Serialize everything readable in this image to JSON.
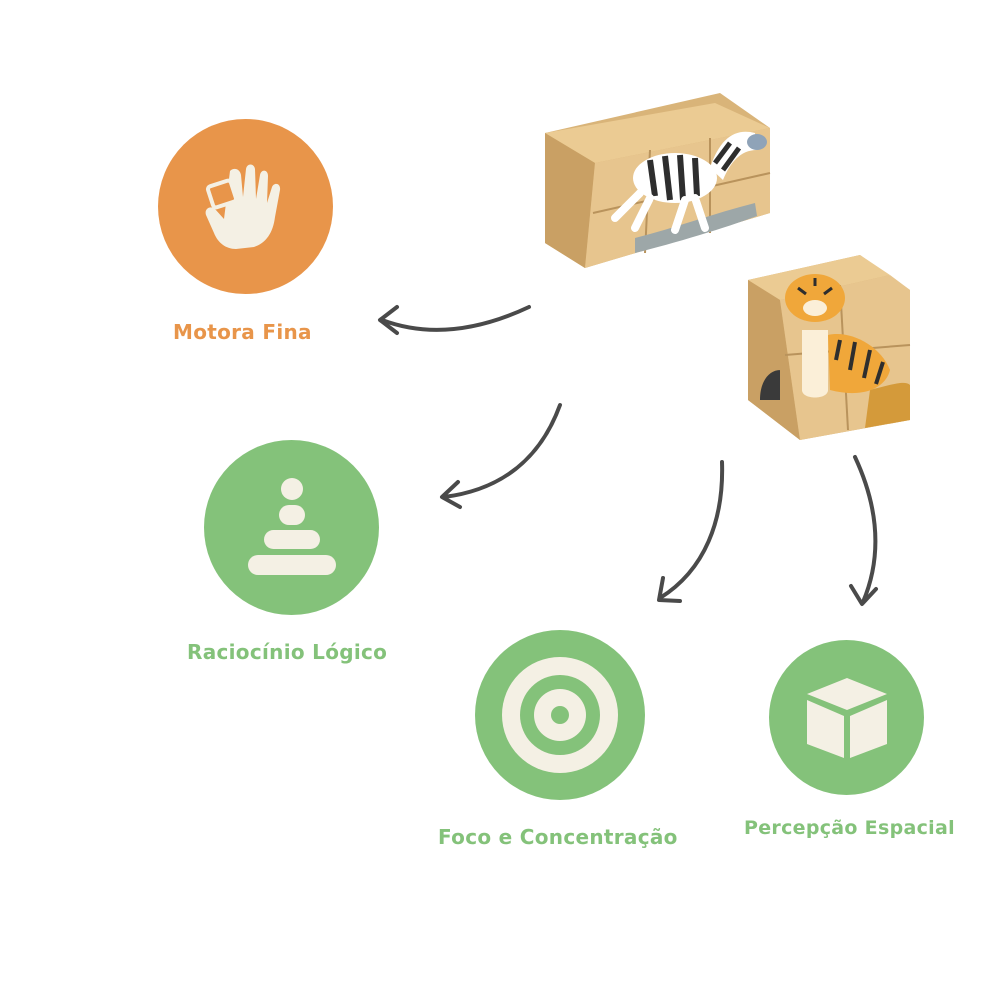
{
  "colors": {
    "orange": "#E8954A",
    "green": "#84C27A",
    "cream": "#F4F0E4",
    "arrow": "#4A4A4A",
    "wood": "#E7C58E"
  },
  "skills": [
    {
      "label": "Motora Fina",
      "color": "orange",
      "icon": "hand-holding-block-icon"
    },
    {
      "label": "Raciocínio Lógico",
      "color": "green",
      "icon": "stacking-rings-icon"
    },
    {
      "label": "Foco e Concentração",
      "color": "green",
      "icon": "target-icon"
    },
    {
      "label": "Percepção Espacial",
      "color": "green",
      "icon": "cube-icon"
    }
  ],
  "products": [
    {
      "icon": "zebra-puzzle-cubes"
    },
    {
      "icon": "tiger-puzzle-cubes"
    }
  ]
}
